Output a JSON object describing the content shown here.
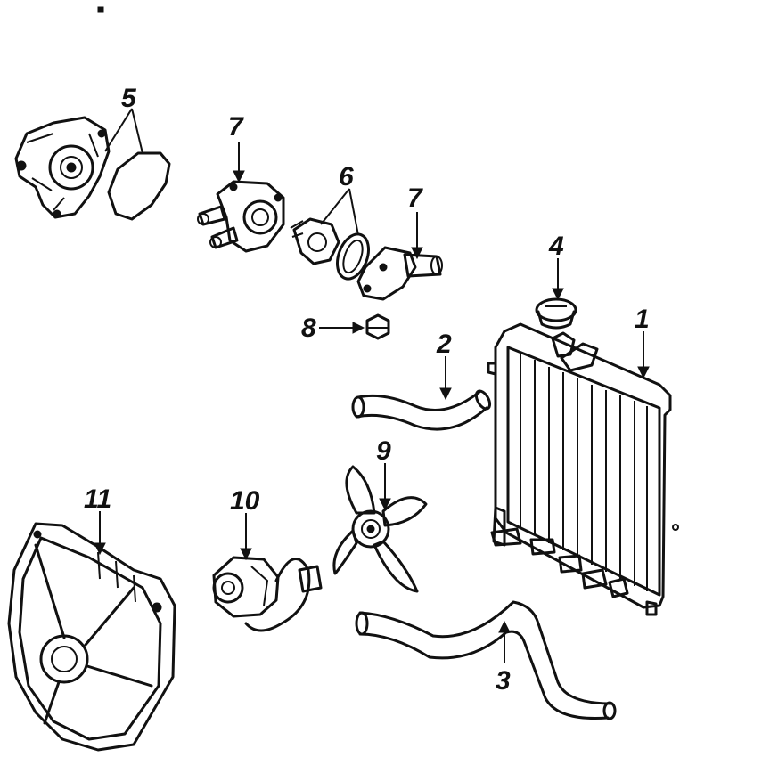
{
  "callouts": {
    "c1": "1",
    "c2": "2",
    "c3": "3",
    "c4": "4",
    "c5": "5",
    "c6": "6",
    "c7a": "7",
    "c7b": "7",
    "c8": "8",
    "c9": "9",
    "c10": "10",
    "c11": "11"
  },
  "colors": {
    "ink": "#111111",
    "background": "#ffffff"
  }
}
